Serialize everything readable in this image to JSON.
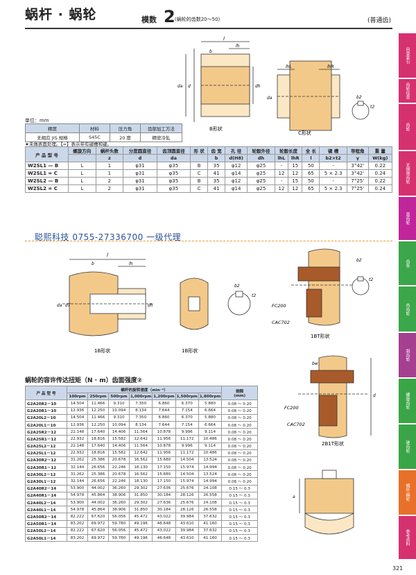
{
  "header": {
    "title": "蜗杆 · 蜗轮",
    "module_label": "模数",
    "module_value": "2",
    "module_sub": "(蜗轮的齿数20～50)",
    "gear_type": "(普通齿)"
  },
  "side_tabs": [
    {
      "label": "目录索引",
      "color": "#d5316f"
    },
    {
      "label": "齿轮信息",
      "color": "#d5316f"
    },
    {
      "label": "齿轮",
      "color": "#d5316f"
    },
    {
      "label": "无侧隙齿轮",
      "color": "#d5316f"
    },
    {
      "label": "直齿轮",
      "color": "#c0269a"
    },
    {
      "label": "齿条",
      "color": "#3ba64a"
    },
    {
      "label": "内齿轮",
      "color": "#3ba64a"
    },
    {
      "label": "斜齿轮",
      "color": "#a53f8f"
    },
    {
      "label": "螺旋齿轮",
      "color": "#3aa546"
    },
    {
      "label": "锥齿轮",
      "color": "#3aa546"
    },
    {
      "label": "蜗杆·蜗轮",
      "color": "#e8702a"
    },
    {
      "label": "参考资料",
      "color": "#d5316f"
    }
  ],
  "diagram_labels": {
    "b_shape": "B形状",
    "c_shape": "C形状",
    "shape_1b_a": "1B形状",
    "shape_1b_b": "1B形状",
    "shape_1bt": "1BT形状",
    "shape_2b1t": "2B1T形状",
    "fc200_a": "FC200",
    "cac702_a": "CAC702",
    "fc200_b": "FC200",
    "cac702_b": "CAC702"
  },
  "spec": {
    "unit": "单位：mm",
    "headers": [
      "精度",
      "材料",
      "压力角",
      "齿部加工方法"
    ],
    "values": [
      "无相应 JIS 规格",
      "S45C",
      "20 度",
      "精密冷轧"
    ],
    "note": "★未做表面处理。【=】表示带有键槽和键。"
  },
  "main_table": {
    "headers": [
      "产 品 型 号",
      "螺旋方向",
      "蜗杆头数",
      "分度圆直径",
      "齿顶圆直径",
      "形 状",
      "齿 宽",
      "孔 径",
      "轮毂外径",
      "轮毂长度",
      "全 长",
      "键 槽",
      "导程角",
      "重 量"
    ],
    "sub_symbols": [
      "",
      "",
      "z",
      "d",
      "da",
      "",
      "b",
      "d(H8)",
      "dh",
      "lhL / lhR",
      "l",
      "b2×t2",
      "γ",
      "W(kg)"
    ],
    "hub_sub": [
      "lhL",
      "lhR"
    ],
    "rows": [
      [
        "W2SL1 — B",
        "L",
        "1",
        "φ31",
        "φ35",
        "B",
        "35",
        "φ12",
        "φ25",
        "-",
        "15",
        "50",
        "-",
        "3°42'",
        "0.22"
      ],
      [
        "W2SL1 = C",
        "L",
        "1",
        "φ31",
        "φ35",
        "C",
        "41",
        "φ14",
        "φ25",
        "12",
        "12",
        "65",
        "5 × 2.3",
        "3°42'",
        "0.24"
      ],
      [
        "W2SL2 — B",
        "L",
        "2",
        "φ31",
        "φ35",
        "B",
        "35",
        "φ12",
        "φ25",
        "-",
        "15",
        "50",
        "-",
        "7°25'",
        "0.22"
      ],
      [
        "W2SL2 = C",
        "L",
        "2",
        "φ31",
        "φ35",
        "C",
        "41",
        "φ14",
        "φ25",
        "12",
        "12",
        "65",
        "5 × 2.3",
        "7°25'",
        "0.24"
      ]
    ]
  },
  "contact": "聪熙科技 0755-27336700 一级代理",
  "torque": {
    "title": "蜗轮的容许传达扭矩（N · m）齿面强度②",
    "col_model": "产 品 型 号",
    "speed_header": "蜗杆的旋转速度（min⁻¹）",
    "speeds": [
      "100rpm",
      "250rpm",
      "500rpm",
      "1,000rpm",
      "1,200rpm",
      "1,500rpm",
      "1,800rpm"
    ],
    "backlash_header": "侧隙",
    "backlash_unit": "(mm)",
    "rows": [
      [
        "G2A20R2－10",
        "14.504",
        "11.466",
        "9.310",
        "7.350",
        "6.860",
        "6.370",
        "5.880",
        "0.08 ～ 0.20"
      ],
      [
        "G2A20R1－10",
        "12.936",
        "12.250",
        "10.094",
        "8.134",
        "7.644",
        "7.154",
        "6.664",
        "0.08 ～ 0.20"
      ],
      [
        "G2A20L2－10",
        "14.504",
        "11.466",
        "9.310",
        "7.350",
        "6.860",
        "6.370",
        "5.880",
        "0.08 ～ 0.20"
      ],
      [
        "G2A20L1－10",
        "12.936",
        "12.250",
        "10.094",
        "8.134",
        "7.644",
        "7.154",
        "6.664",
        "0.08 ～ 0.20"
      ],
      [
        "G2A25R2－12",
        "22.148",
        "17.640",
        "14.406",
        "11.564",
        "10.878",
        "9.996",
        "9.114",
        "0.08 ～ 0.20"
      ],
      [
        "G2A25R1－12",
        "22.932",
        "18.816",
        "15.582",
        "12.642",
        "11.956",
        "11.172",
        "10.486",
        "0.08 ～ 0.20"
      ],
      [
        "G2A25L2－12",
        "22.148",
        "17.640",
        "14.406",
        "11.564",
        "10.878",
        "9.996",
        "9.114",
        "0.08 ～ 0.20"
      ],
      [
        "G2A25L1－12",
        "22.932",
        "18.816",
        "15.582",
        "12.642",
        "11.956",
        "11.172",
        "10.486",
        "0.08 ～ 0.20"
      ],
      [
        "G2A30R2－12",
        "31.262",
        "25.386",
        "20.678",
        "16.562",
        "15.680",
        "14.504",
        "13.524",
        "0.08 ～ 0.20"
      ],
      [
        "G2A30R1－12",
        "32.144",
        "26.656",
        "22.246",
        "18.130",
        "17.150",
        "15.974",
        "14.994",
        "0.08 ～ 0.20"
      ],
      [
        "G2A30L2－12",
        "31.262",
        "25.386",
        "20.678",
        "16.562",
        "15.680",
        "14.504",
        "13.524",
        "0.08 ～ 0.20"
      ],
      [
        "G2A30L1－12",
        "32.144",
        "26.656",
        "22.246",
        "18.130",
        "17.150",
        "15.974",
        "14.994",
        "0.08 ～ 0.20"
      ],
      [
        "G2A40R2－14",
        "53.900",
        "44.002",
        "36.260",
        "29.302",
        "27.636",
        "25.676",
        "24.108",
        "0.15 ～ 0.3"
      ],
      [
        "G2A40R1－14",
        "54.978",
        "45.864",
        "38.906",
        "31.850",
        "30.184",
        "28.126",
        "26.558",
        "0.15 ～ 0.3"
      ],
      [
        "G2A40L2－14",
        "53.900",
        "44.002",
        "36.260",
        "29.302",
        "27.636",
        "25.676",
        "24.108",
        "0.15 ～ 0.3"
      ],
      [
        "G2A40L1－14",
        "54.978",
        "45.864",
        "38.906",
        "31.850",
        "30.184",
        "28.126",
        "26.558",
        "0.15 ～ 0.3"
      ],
      [
        "G2A50R2－14",
        "82.222",
        "67.620",
        "56.056",
        "45.472",
        "43.022",
        "39.984",
        "37.632",
        "0.15 ～ 0.3"
      ],
      [
        "G2A50R1－14",
        "83.202",
        "69.972",
        "59.780",
        "49.196",
        "46.648",
        "43.610",
        "41.160",
        "0.15 ～ 0.3"
      ],
      [
        "G2A50L2－14",
        "82.222",
        "67.620",
        "56.056",
        "45.472",
        "43.022",
        "39.984",
        "37.632",
        "0.15 ～ 0.3"
      ],
      [
        "G2A50L1－14",
        "83.202",
        "69.972",
        "59.780",
        "49.196",
        "46.648",
        "43.610",
        "41.160",
        "0.15 ～ 0.3"
      ]
    ]
  },
  "page_number": "321"
}
